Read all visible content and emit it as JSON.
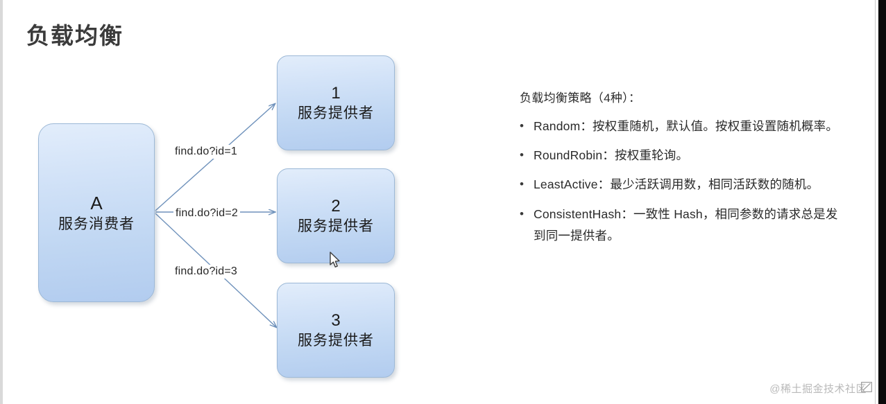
{
  "slide": {
    "title": "负载均衡",
    "watermark": "@稀土掘金技术社区"
  },
  "diagram": {
    "consumer": {
      "id": "A",
      "label": "服务消费者"
    },
    "providers": [
      {
        "id": "1",
        "label": "服务提供者"
      },
      {
        "id": "2",
        "label": "服务提供者"
      },
      {
        "id": "3",
        "label": "服务提供者"
      }
    ],
    "edges": [
      {
        "label": "find.do?id=1",
        "from": "A",
        "to": "1"
      },
      {
        "label": "find.do?id=2",
        "from": "A",
        "to": "2"
      },
      {
        "label": "find.do?id=3",
        "from": "A",
        "to": "3"
      }
    ],
    "colors": {
      "node_fill_top": "#e2edfb",
      "node_fill_bottom": "#b2ccef",
      "node_border": "#9cb8d6",
      "arrow": "#6e91bb"
    }
  },
  "notes": {
    "heading": "负载均衡策略（4种）：",
    "bullet_marker": "•",
    "items": [
      "Random：按权重随机，默认值。按权重设置随机概率。",
      "RoundRobin：按权重轮询。",
      "LeastActive：最少活跃调用数，相同活跃数的随机。",
      "ConsistentHash：一致性 Hash，相同参数的请求总是发到同一提供者。"
    ]
  }
}
